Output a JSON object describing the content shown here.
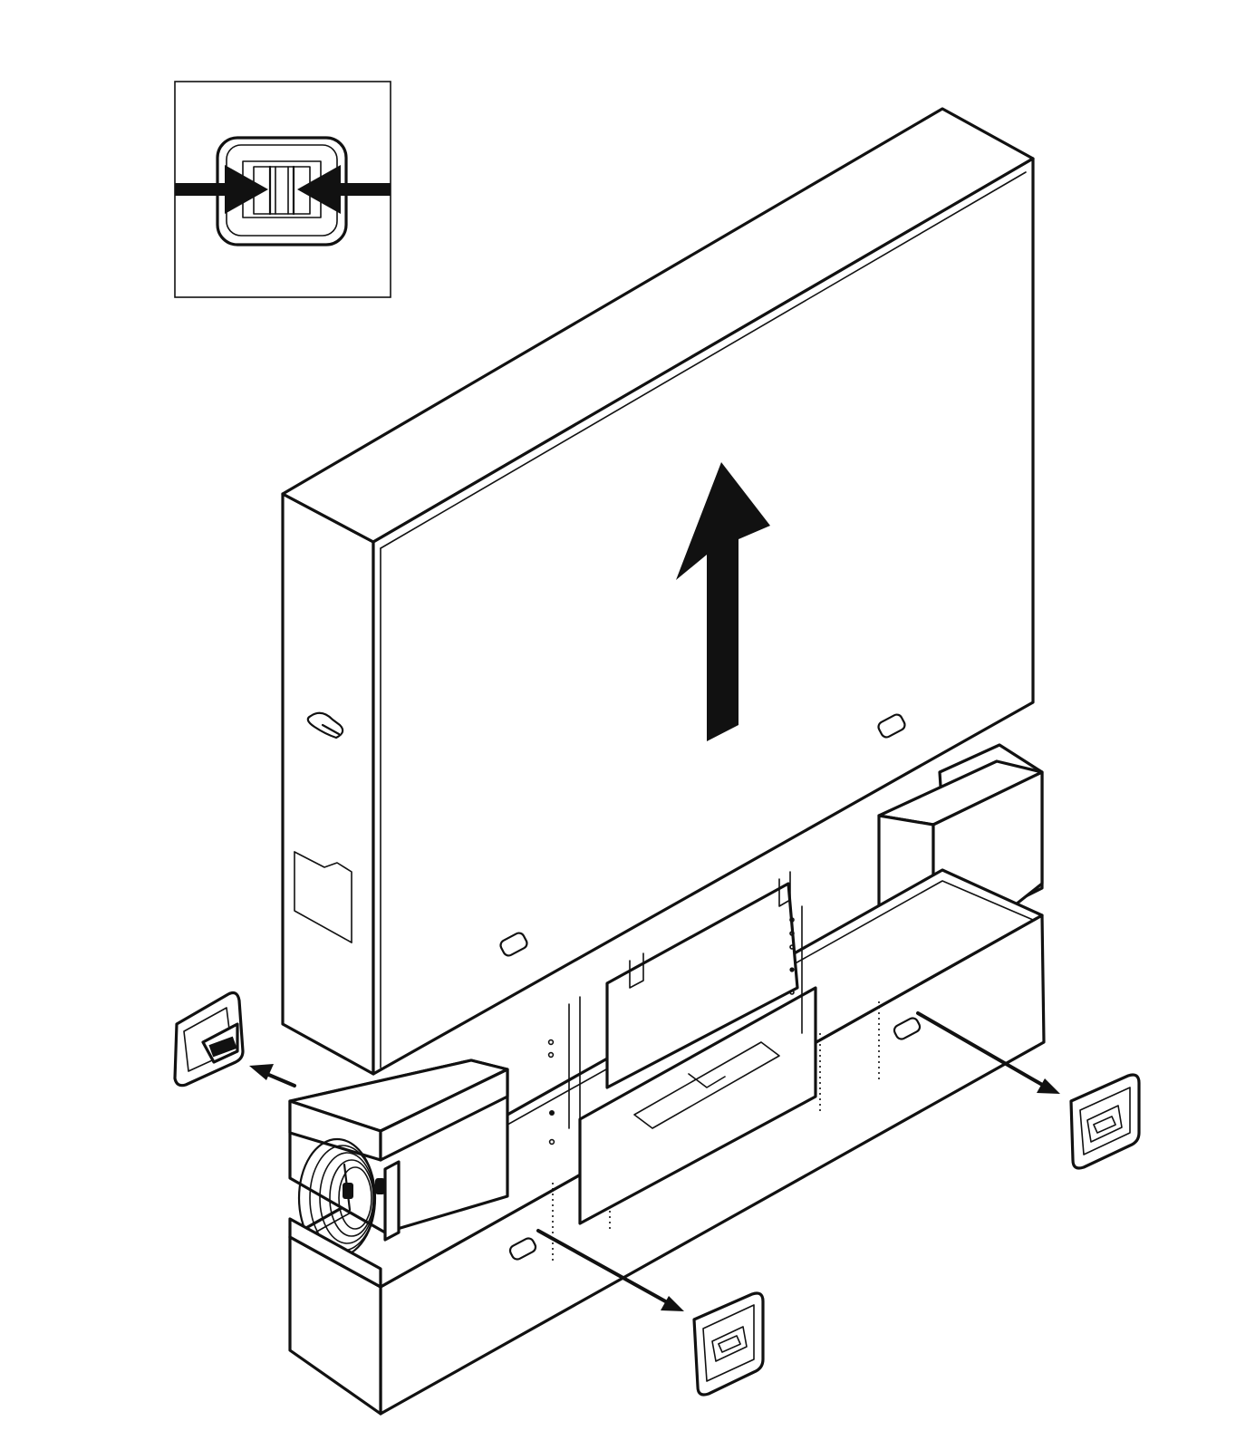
{
  "figure": {
    "type": "assembly-instruction-illustration",
    "colors": {
      "line": "#111111",
      "background": "#ffffff"
    },
    "icons": [
      "tv-box-lift-up-arrow",
      "clip-squeeze-detail-inset",
      "corner-clip-removed-left",
      "corner-clip-removed-front",
      "corner-clip-removed-right",
      "power-cable-coil"
    ]
  }
}
